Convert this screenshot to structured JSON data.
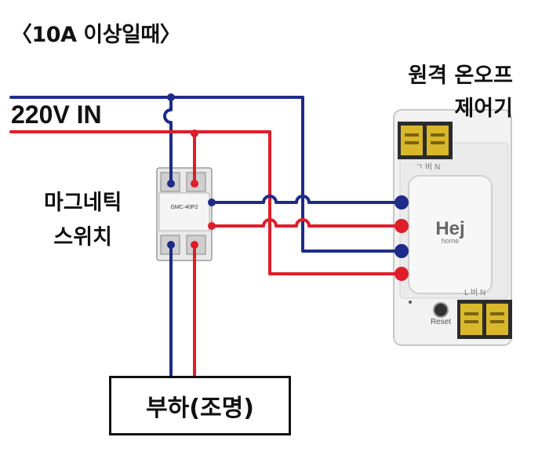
{
  "heading": "〈10A 이상일때〉",
  "input_label": "220V IN",
  "controller": {
    "title_line1": "원격 온오프",
    "title_line2": "제어기",
    "brand": "Hej",
    "brand_sub": "home",
    "reset_label": "Reset",
    "top_terminal_label": "ㄱ 버 N",
    "bottom_terminal_label": "L 버 N"
  },
  "magnetic_switch": {
    "title_line1": "마그네틱",
    "title_line2": "스위치",
    "model": "GMC-40P2"
  },
  "load_label": "부하(조명)",
  "colors": {
    "neutral": "#1f2b8a",
    "line": "#e01e2a",
    "frame": "#111111"
  }
}
